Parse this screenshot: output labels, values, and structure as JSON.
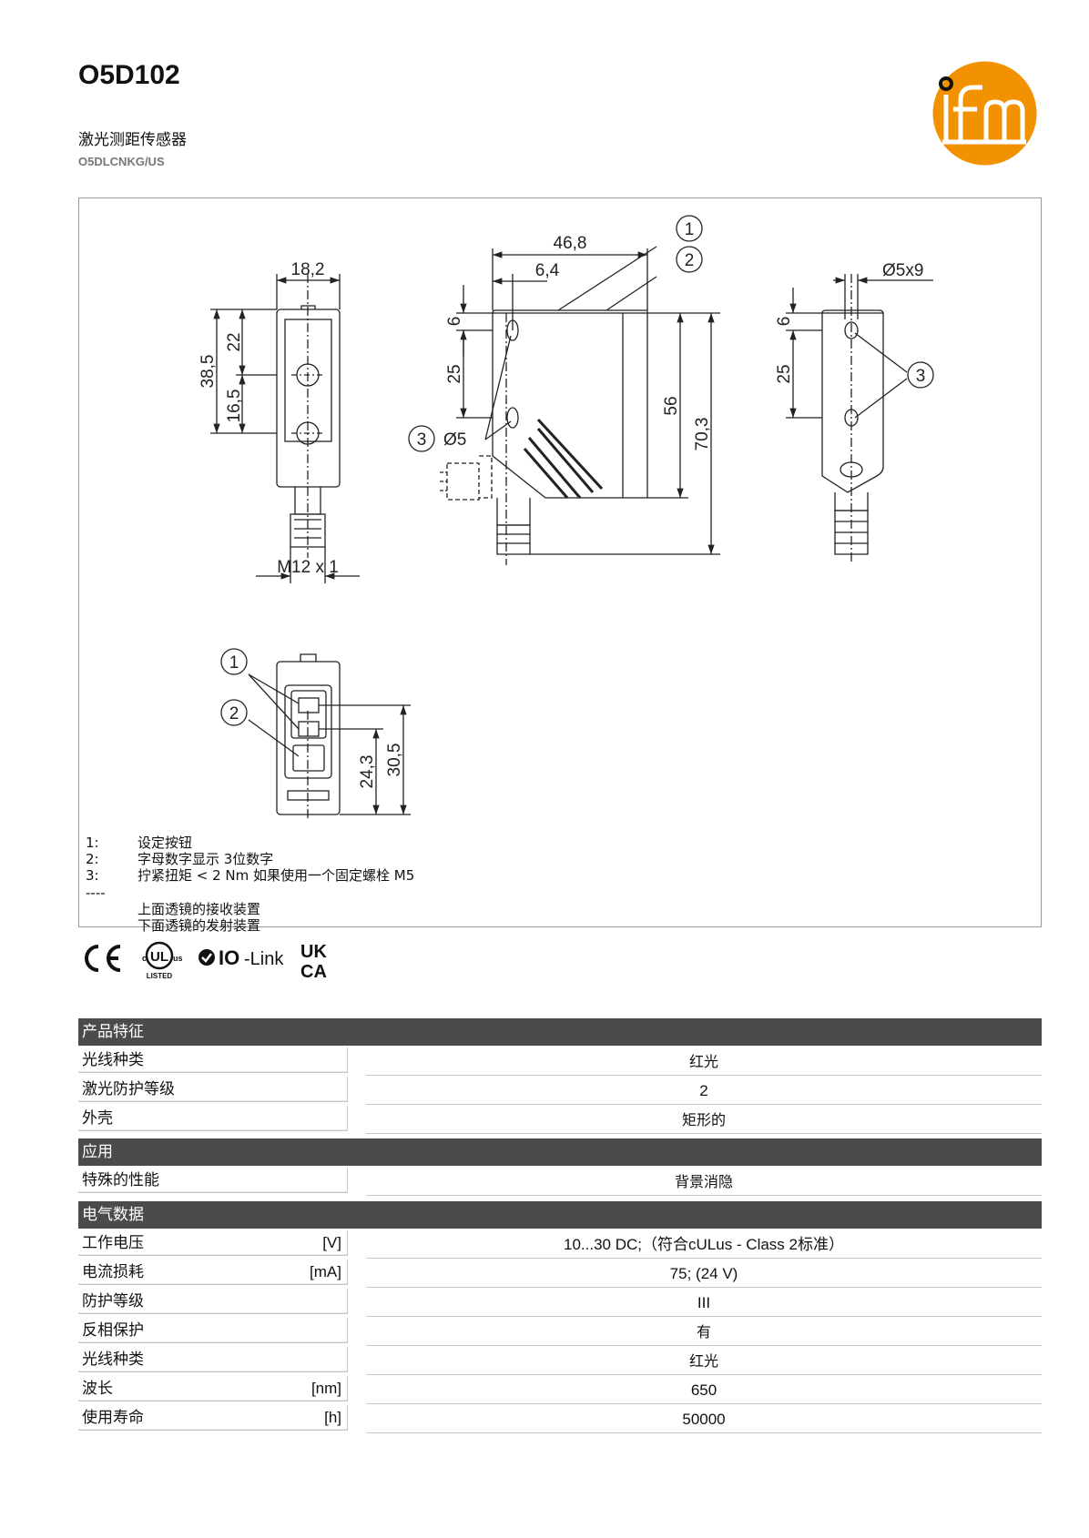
{
  "header": {
    "title": "O5D102",
    "subtitle": "激光测距传感器",
    "order_code": "O5DLCNKG/US",
    "logo_text": "ifm"
  },
  "drawing": {
    "dims": {
      "w182": "18,2",
      "h385": "38,5",
      "h22": "22",
      "h165": "16,5",
      "thread": "M12 x 1",
      "w468": "46,8",
      "w64": "6,4",
      "h6": "6",
      "h25": "25",
      "hole": "Ø5",
      "h56": "56",
      "h703": "70,3",
      "slot": "Ø5x9",
      "h6r": "6",
      "h25r": "25",
      "h243": "24,3",
      "h305": "30,5"
    },
    "callouts": {
      "c1": "1",
      "c2": "2",
      "c3": "3"
    },
    "legend": [
      {
        "num": "1:",
        "text": "设定按钮"
      },
      {
        "num": "2:",
        "text": "字母数字显示 3位数字"
      },
      {
        "num": "3:",
        "text": "拧紧扭矩 < 2 Nm 如果使用一个固定螺栓 M5"
      },
      {
        "num": "----",
        "text": ""
      }
    ],
    "legend_notes": [
      "上面透镜的接收装置",
      "下面透镜的发射装置"
    ]
  },
  "certifications": [
    "CE",
    "cULus LISTED",
    "IO-Link",
    "UKCA"
  ],
  "sections": {
    "product": {
      "heading": "产品特征",
      "rows": [
        {
          "label": "光线种类",
          "unit": "",
          "value": "红光"
        },
        {
          "label": "激光防护等级",
          "unit": "",
          "value": "2"
        },
        {
          "label": "外壳",
          "unit": "",
          "value": "矩形的"
        }
      ]
    },
    "application": {
      "heading": "应用",
      "rows": [
        {
          "label": "特殊的性能",
          "unit": "",
          "value": "背景消隐"
        }
      ]
    },
    "electrical": {
      "heading": "电气数据",
      "rows": [
        {
          "label": "工作电压",
          "unit": "[V]",
          "value": "10...30 DC;（符合cULus - Class 2标准）"
        },
        {
          "label": "电流损耗",
          "unit": "[mA]",
          "value": "75; (24 V)"
        },
        {
          "label": "防护等级",
          "unit": "",
          "value": "III"
        },
        {
          "label": "反相保护",
          "unit": "",
          "value": "有"
        },
        {
          "label": "光线种类",
          "unit": "",
          "value": "红光"
        },
        {
          "label": "波长",
          "unit": "[nm]",
          "value": "650"
        },
        {
          "label": "使用寿命",
          "unit": "[h]",
          "value": "50000"
        }
      ]
    }
  },
  "colors": {
    "logo_orange": "#f39200",
    "section_bg": "#4b4b4b",
    "frame_border": "#9a9a9a"
  }
}
